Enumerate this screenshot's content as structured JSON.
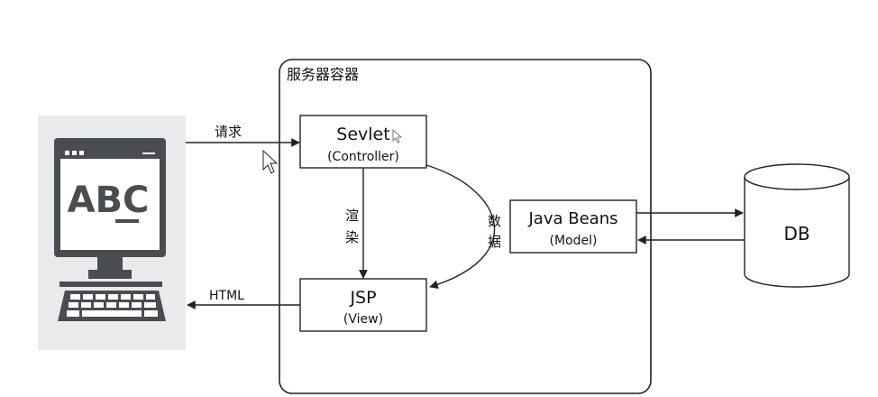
{
  "container": {
    "title": "服务器容器"
  },
  "client": {
    "screen_text": "ABC",
    "icon": "computer-icon"
  },
  "servlet": {
    "title": "Sevlet",
    "subtitle": "(Controller)"
  },
  "jsp": {
    "title": "JSP",
    "subtitle": "(View)"
  },
  "javabeans": {
    "title": "Java Beans",
    "subtitle": "(Model)"
  },
  "db": {
    "label": "DB"
  },
  "edges": {
    "request": "请求",
    "render_1": "渲",
    "render_2": "染",
    "data_1": "数",
    "data_2": "据",
    "html": "HTML"
  },
  "colors": {
    "monitor_dark": "#4a4d50",
    "client_panel": "#e9eaeb",
    "stroke": "#222222"
  }
}
